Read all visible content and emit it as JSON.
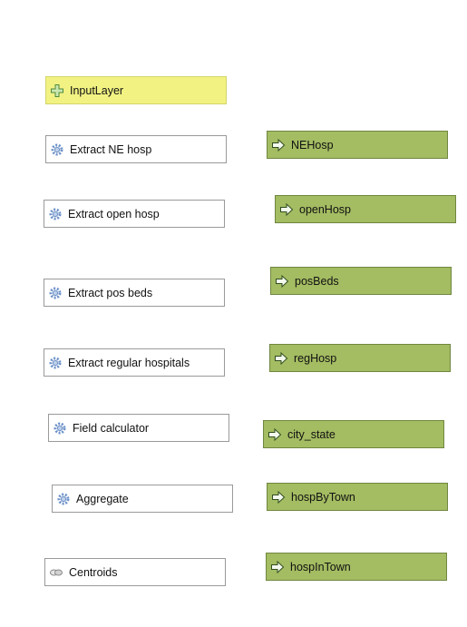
{
  "input": {
    "label": "InputLayer",
    "icon": "plus-icon"
  },
  "algorithms": [
    {
      "label": "Extract NE hosp",
      "icon": "gear-icon"
    },
    {
      "label": "Extract open hosp",
      "icon": "gear-icon"
    },
    {
      "label": "Extract pos beds",
      "icon": "gear-icon"
    },
    {
      "label": "Extract regular hospitals",
      "icon": "gear-icon"
    },
    {
      "label": "Field calculator",
      "icon": "gear-icon"
    },
    {
      "label": "Aggregate",
      "icon": "gear-icon"
    },
    {
      "label": "Centroids",
      "icon": "link-icon"
    }
  ],
  "outputs": [
    {
      "label": "NEHosp",
      "icon": "arrow-right-icon"
    },
    {
      "label": "openHosp",
      "icon": "arrow-right-icon"
    },
    {
      "label": "posBeds",
      "icon": "arrow-right-icon"
    },
    {
      "label": "regHosp",
      "icon": "arrow-right-icon"
    },
    {
      "label": "city_state",
      "icon": "arrow-right-icon"
    },
    {
      "label": "hospByTown",
      "icon": "arrow-right-icon"
    },
    {
      "label": "hospInTown",
      "icon": "arrow-right-icon"
    }
  ],
  "colors": {
    "input_fill": "#f2f283",
    "algorithm_fill": "#ffffff",
    "output_fill": "#a4bc62"
  }
}
